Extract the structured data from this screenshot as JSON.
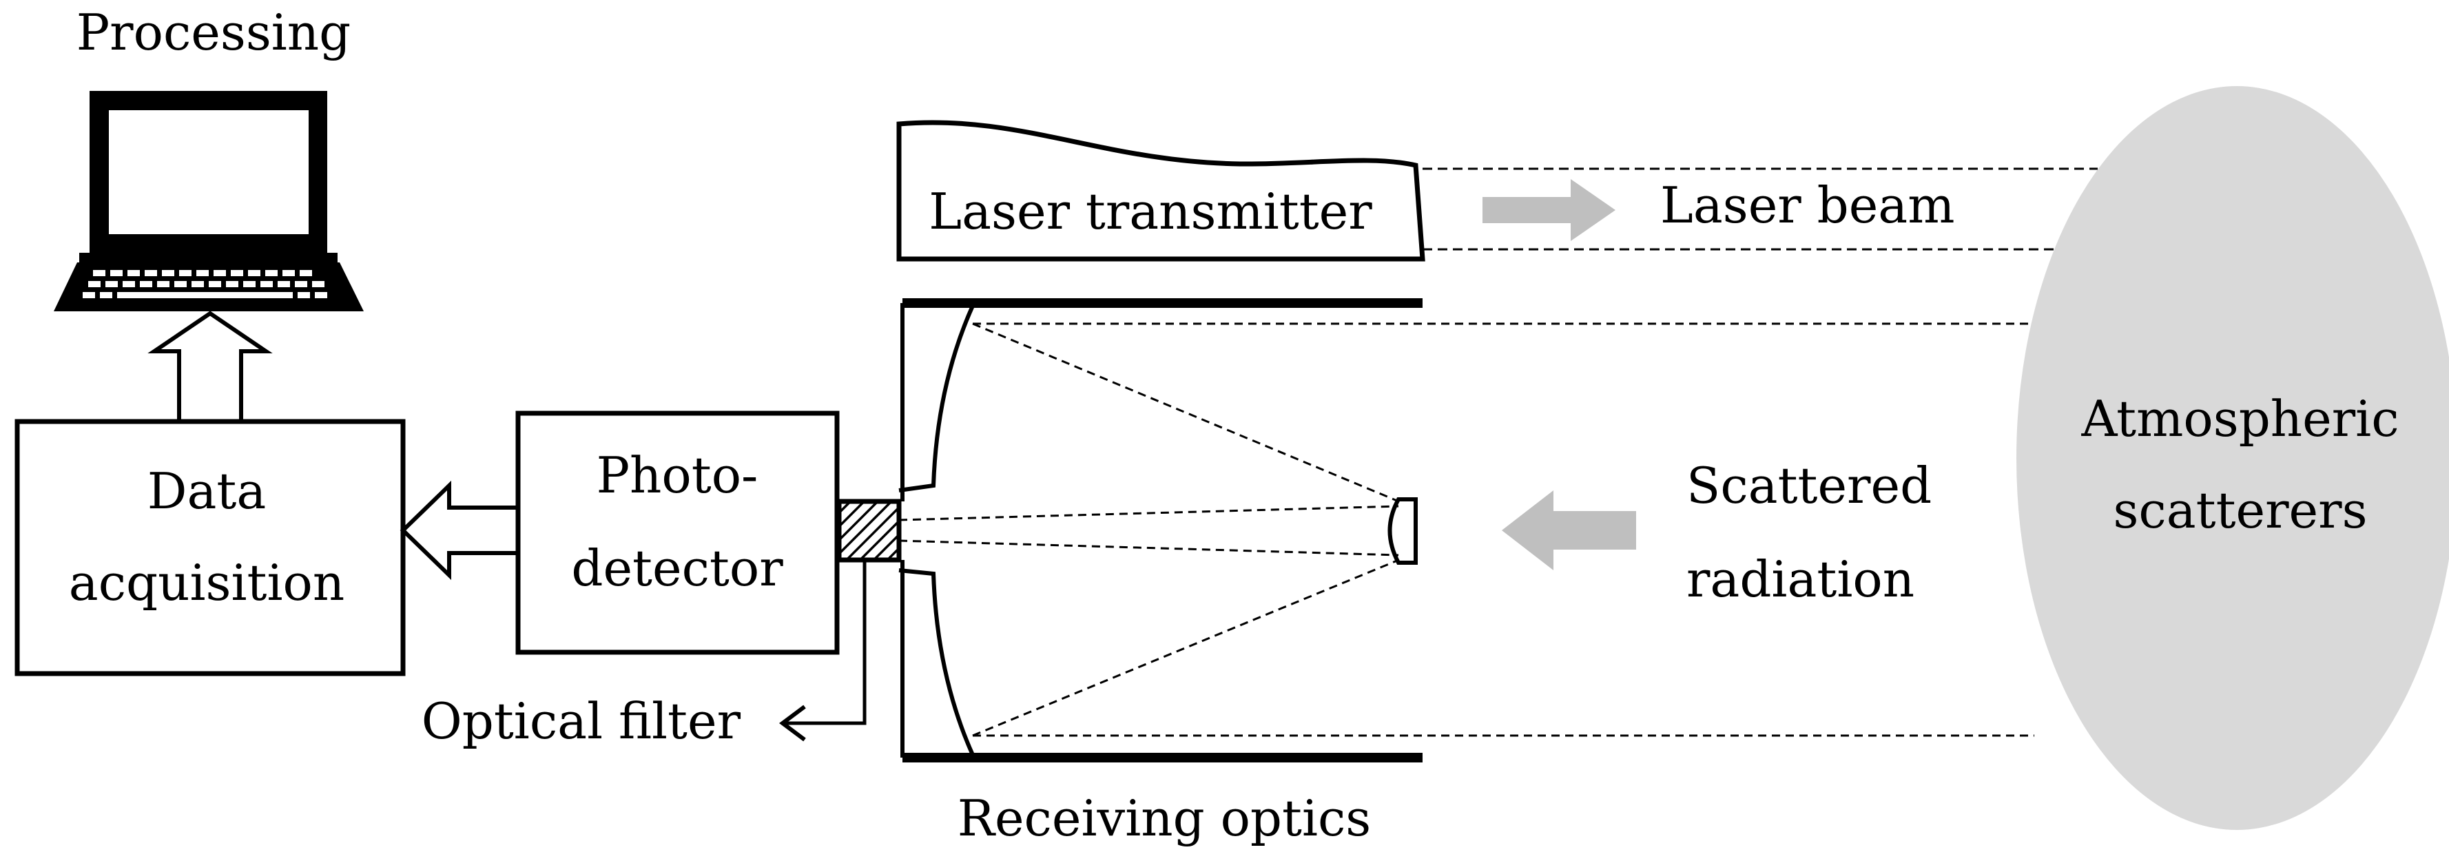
{
  "labels": {
    "processing": "Processing",
    "data_acquisition_line1": "Data",
    "data_acquisition_line2": "acquisition",
    "photodetector_line1": "Photo-",
    "photodetector_line2": "detector",
    "optical_filter": "Optical filter",
    "laser_transmitter": "Laser transmitter",
    "laser_beam": "Laser beam",
    "scattered_line1": "Scattered",
    "scattered_line2": "radiation",
    "atmospheric_line1": "Atmospheric",
    "atmospheric_line2": "scatterers",
    "receiving_optics": "Receiving optics"
  },
  "colors": {
    "line": "#000000",
    "flow_arrow": "#bfbfbf",
    "scatterers_fill": "#d9d9d9"
  }
}
